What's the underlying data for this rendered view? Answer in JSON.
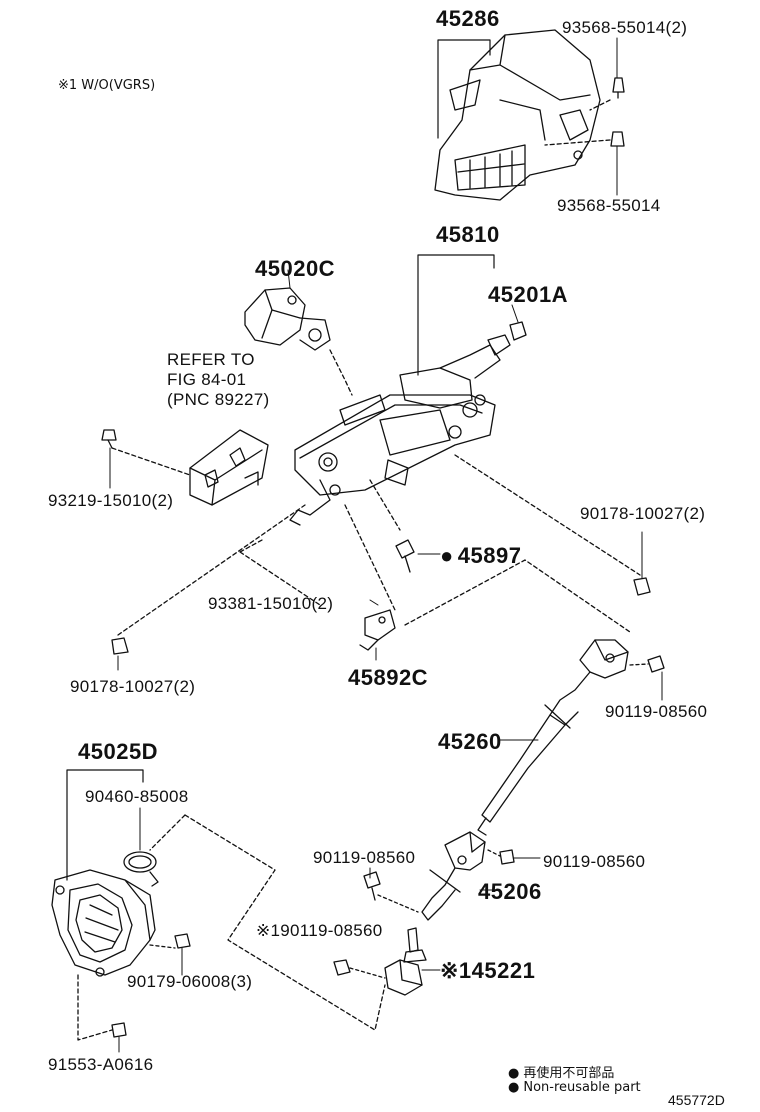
{
  "note_top": "※1 W/O(VGRS)",
  "parts": {
    "p45286": "45286",
    "p93568_55014_2": "93568-55014(2)",
    "p93568_55014": "93568-55014",
    "p45810": "45810",
    "p45020C": "45020C",
    "p45201A": "45201A",
    "refer_line1": "REFER TO",
    "refer_line2": "FIG 84-01",
    "refer_line3": "(PNC 89227)",
    "p93219_15010_2": "93219-15010(2)",
    "p90178_10027_2_right": "90178-10027(2)",
    "p45897": "45897",
    "p93381_15010_2": "93381-15010(2)",
    "p90178_10027_2_left": "90178-10027(2)",
    "p45892C": "45892C",
    "p90119_08560_a": "90119-08560",
    "p45025D": "45025D",
    "p45260": "45260",
    "p90460_85008": "90460-85008",
    "p90119_08560_b": "90119-08560",
    "p90119_08560_c": "90119-08560",
    "p45206": "45206",
    "p90119_08560_d": "※190119-08560",
    "p90179_06008_3": "90179-06008(3)",
    "p45221": "※145221",
    "p91553_A0616": "91553-A0616"
  },
  "legend": {
    "line1": "再使用不可部品",
    "line2": "Non-reusable part"
  },
  "diagram_id": "455772D"
}
